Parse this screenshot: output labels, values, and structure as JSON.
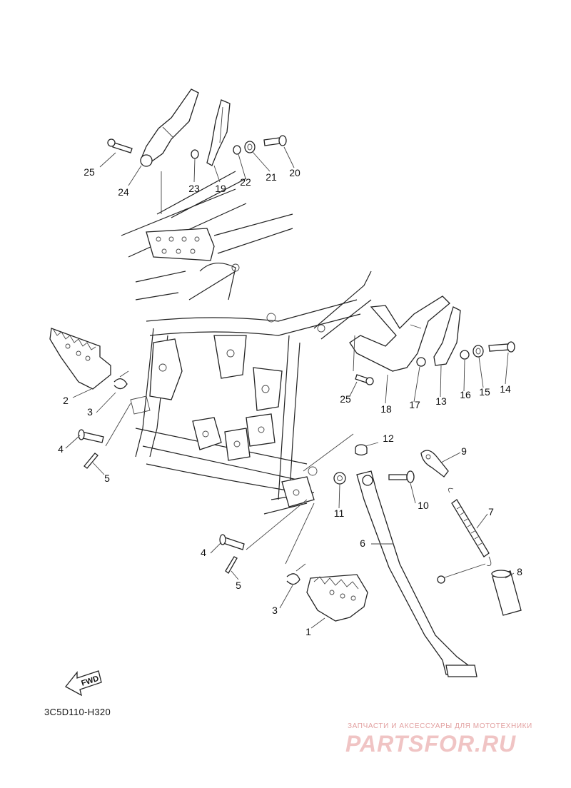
{
  "diagram": {
    "code": "3C5D110-H320",
    "fwd_label": "FWD",
    "callouts": {
      "c1": "1",
      "c2": "2",
      "c3a": "3",
      "c3b": "3",
      "c4a": "4",
      "c4b": "4",
      "c5a": "5",
      "c5b": "5",
      "c6": "6",
      "c7": "7",
      "c8": "8",
      "c9": "9",
      "c10": "10",
      "c11": "11",
      "c12": "12",
      "c13": "13",
      "c14": "14",
      "c15": "15",
      "c16": "16",
      "c17": "17",
      "c18": "18",
      "c19": "19",
      "c20": "20",
      "c21": "21",
      "c22": "22",
      "c23": "23",
      "c24": "24",
      "c25a": "25",
      "c25b": "25"
    }
  },
  "watermark": {
    "subtitle": "ЗАПЧАСТИ И АКСЕССУАРЫ ДЛЯ МОТОТЕХНИКИ",
    "brand": "PARTSFOR.RU"
  }
}
